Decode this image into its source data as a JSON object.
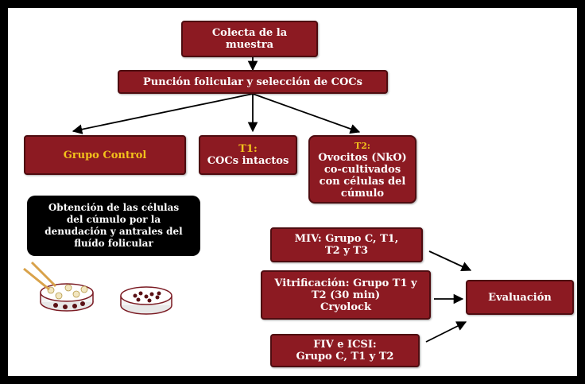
{
  "nodes": {
    "colecta": {
      "line1": "Colecta de la",
      "line2": "muestra"
    },
    "puncion": {
      "label": "Punción folicular y selección de COCs"
    },
    "grupo_control": {
      "label": "Grupo Control"
    },
    "t1": {
      "title": "T1:",
      "line1": "COCs intactos"
    },
    "t2": {
      "title": "T2:",
      "line1": "Ovocitos (NkO)",
      "line2": "co-cultivados",
      "line3": "con células del",
      "line4": "cúmulo"
    },
    "obtencion": {
      "line1": "Obtención de las células",
      "line2": "del cúmulo por la",
      "line3": "denudación y antrales del",
      "line4": "fluído folicular"
    },
    "miv": {
      "line1": "MIV: Grupo C, T1,",
      "line2": "T2 y T3"
    },
    "vitrificacion": {
      "line1": "Vitrificación: Grupo T1 y",
      "line2": "T2 (30 min)",
      "line3": "Cryolock"
    },
    "fiv": {
      "line1": "FIV e ICSI:",
      "line2": "Grupo C, T1 y T2"
    },
    "evaluacion": {
      "label": "Evaluación"
    }
  },
  "colors": {
    "box_fill": "#8c1a22",
    "box_border": "#4e0c10",
    "highlight_text": "#f2c21b",
    "note_fill": "#000000",
    "frame": "#000000"
  },
  "icons": [
    "petri-dish-with-pipette-icon",
    "petri-dish-icon"
  ]
}
